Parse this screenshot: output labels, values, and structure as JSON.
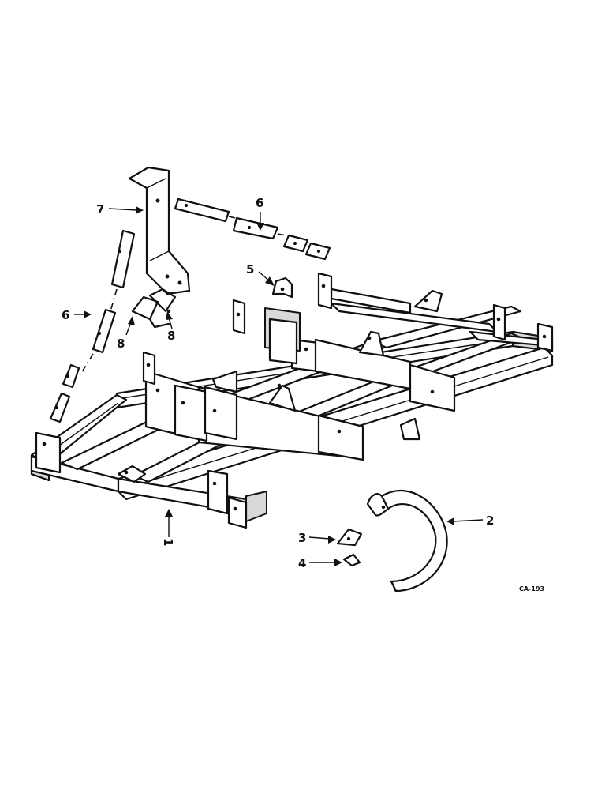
{
  "callouts": {
    "c1": "1",
    "c2": "2",
    "c3": "3",
    "c4": "4",
    "c5": "5",
    "c6a": "6",
    "c6b": "6",
    "c7": "7",
    "c8a": "8",
    "c8b": "8"
  },
  "drawing_code": "CA-193"
}
